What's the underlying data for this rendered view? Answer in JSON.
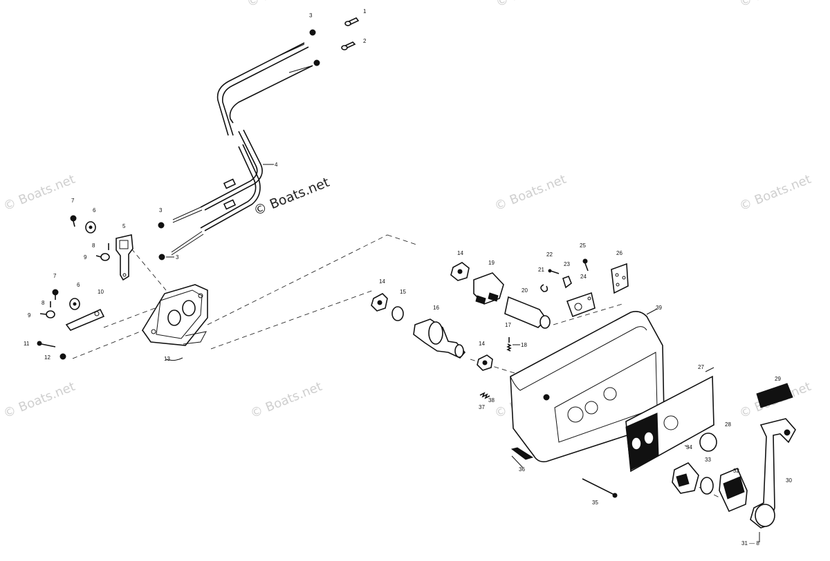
{
  "watermark": {
    "text": "© Boats.net"
  },
  "callouts": [
    {
      "id": "1",
      "text": "1"
    },
    {
      "id": "2",
      "text": "2"
    },
    {
      "id": "3a",
      "text": "3"
    },
    {
      "id": "3b",
      "text": "3"
    },
    {
      "id": "3c",
      "text": "3"
    },
    {
      "id": "4",
      "text": "4"
    },
    {
      "id": "5",
      "text": "5"
    },
    {
      "id": "6a",
      "text": "6"
    },
    {
      "id": "6b",
      "text": "6"
    },
    {
      "id": "7a",
      "text": "7"
    },
    {
      "id": "7b",
      "text": "7"
    },
    {
      "id": "8a",
      "text": "8"
    },
    {
      "id": "8b",
      "text": "8"
    },
    {
      "id": "9a",
      "text": "9"
    },
    {
      "id": "9b",
      "text": "9"
    },
    {
      "id": "10",
      "text": "10"
    },
    {
      "id": "11",
      "text": "11"
    },
    {
      "id": "12",
      "text": "12"
    },
    {
      "id": "13",
      "text": "13"
    },
    {
      "id": "14a",
      "text": "14"
    },
    {
      "id": "14b",
      "text": "14"
    },
    {
      "id": "14c",
      "text": "14"
    },
    {
      "id": "15",
      "text": "15"
    },
    {
      "id": "16",
      "text": "16"
    },
    {
      "id": "17",
      "text": "17"
    },
    {
      "id": "18",
      "text": "18"
    },
    {
      "id": "19",
      "text": "19"
    },
    {
      "id": "20",
      "text": "20"
    },
    {
      "id": "21",
      "text": "21"
    },
    {
      "id": "22",
      "text": "22"
    },
    {
      "id": "23",
      "text": "23"
    },
    {
      "id": "24",
      "text": "24"
    },
    {
      "id": "25",
      "text": "25"
    },
    {
      "id": "26",
      "text": "26"
    },
    {
      "id": "27",
      "text": "27"
    },
    {
      "id": "28",
      "text": "28"
    },
    {
      "id": "29",
      "text": "29"
    },
    {
      "id": "30",
      "text": "30"
    },
    {
      "id": "31",
      "text": "31 — 8"
    },
    {
      "id": "32",
      "text": "32"
    },
    {
      "id": "33",
      "text": "33"
    },
    {
      "id": "34",
      "text": "34"
    },
    {
      "id": "35",
      "text": "35"
    },
    {
      "id": "36",
      "text": "36"
    },
    {
      "id": "37",
      "text": "37"
    },
    {
      "id": "38",
      "text": "38"
    },
    {
      "id": "39",
      "text": "39"
    }
  ]
}
